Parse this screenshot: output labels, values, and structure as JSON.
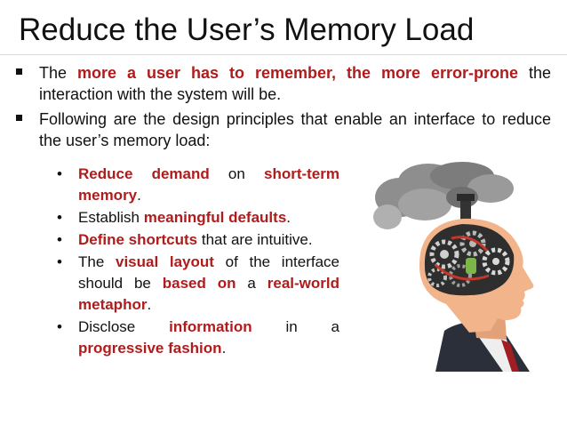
{
  "slide": {
    "title": "Reduce the User’s Memory Load",
    "bullets": [
      {
        "parts": [
          {
            "text": "The ",
            "hl": false
          },
          {
            "text": "more a user has to remember, the more error-prone",
            "hl": true
          },
          {
            "text": " the interaction with the system will be.",
            "hl": false
          }
        ]
      },
      {
        "parts": [
          {
            "text": "Following are the design principles that enable an interface to reduce the user’s memory load:",
            "hl": false
          }
        ]
      }
    ],
    "subbullets": [
      {
        "parts": [
          {
            "text": "Reduce demand",
            "hl": true
          },
          {
            "text": " on ",
            "hl": false
          },
          {
            "text": "short-term memory",
            "hl": true
          },
          {
            "text": ".",
            "hl": false
          }
        ]
      },
      {
        "parts": [
          {
            "text": "Establish ",
            "hl": false
          },
          {
            "text": "meaningful defaults",
            "hl": true
          },
          {
            "text": ".",
            "hl": false
          }
        ]
      },
      {
        "parts": [
          {
            "text": "Define shortcuts",
            "hl": true
          },
          {
            "text": " that are intuitive.",
            "hl": false
          }
        ]
      },
      {
        "parts": [
          {
            "text": "The ",
            "hl": false
          },
          {
            "text": "visual layout",
            "hl": true
          },
          {
            "text": " of the interface should be ",
            "hl": false
          },
          {
            "text": "based on",
            "hl": true
          },
          {
            "text": " a ",
            "hl": false
          },
          {
            "text": "real-world metaphor",
            "hl": true
          },
          {
            "text": ".",
            "hl": false
          }
        ]
      },
      {
        "spread": true,
        "parts": [
          {
            "text": "Disclose ",
            "hl": false
          },
          {
            "text": "information",
            "hl": true
          },
          {
            "text": " in a",
            "hl": false
          }
        ]
      },
      {
        "parts": [
          {
            "text": "progressive fashion",
            "hl": true
          },
          {
            "text": ".",
            "hl": false
          }
        ],
        "continuation": true
      }
    ]
  },
  "colors": {
    "highlight": "#b01c1c",
    "text": "#111111",
    "smoke": "#8c8c8c",
    "skin": "#f2b48a",
    "brain": "#2e2e2e",
    "suit": "#2b2f3a",
    "tie": "#a01d22",
    "gear_green": "#7ab648",
    "gear_red": "#c0392b"
  },
  "illustration": {
    "icon": "head-with-gears-icon"
  }
}
